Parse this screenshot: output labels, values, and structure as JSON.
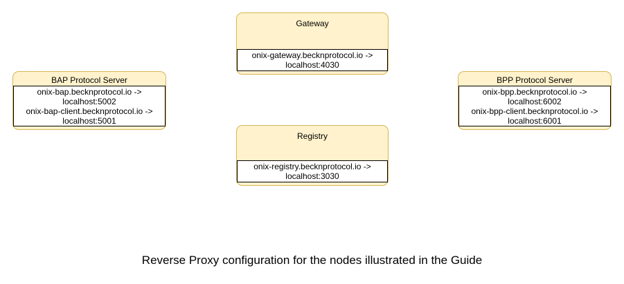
{
  "diagram": {
    "caption": "Reverse Proxy configuration for the nodes illustrated in the Guide",
    "colors": {
      "node_fill": "#FFF2CC",
      "node_border": "#D6B656",
      "body_fill": "#FFFFFF",
      "body_border": "#000000",
      "text": "#000000"
    },
    "nodes": [
      {
        "id": "gateway",
        "title": "Gateway",
        "lines": [
          "onix-gateway.becknprotocol.io ->",
          "localhost:4030"
        ]
      },
      {
        "id": "bap-protocol-server",
        "title": "BAP Protocol Server",
        "lines": [
          "onix-bap.becknprotocol.io ->",
          "localhost:5002",
          "onix-bap-client.becknprotocol.io ->",
          "localhost:5001"
        ]
      },
      {
        "id": "bpp-protocol-server",
        "title": "BPP Protocol Server",
        "lines": [
          "onix-bpp.becknprotocol.io ->",
          "localhost:6002",
          "onix-bpp-client.becknprotocol.io ->",
          "localhost:6001"
        ]
      },
      {
        "id": "registry",
        "title": "Registry",
        "lines": [
          "onix-registry.becknprotocol.io ->",
          "localhost:3030"
        ]
      }
    ]
  }
}
